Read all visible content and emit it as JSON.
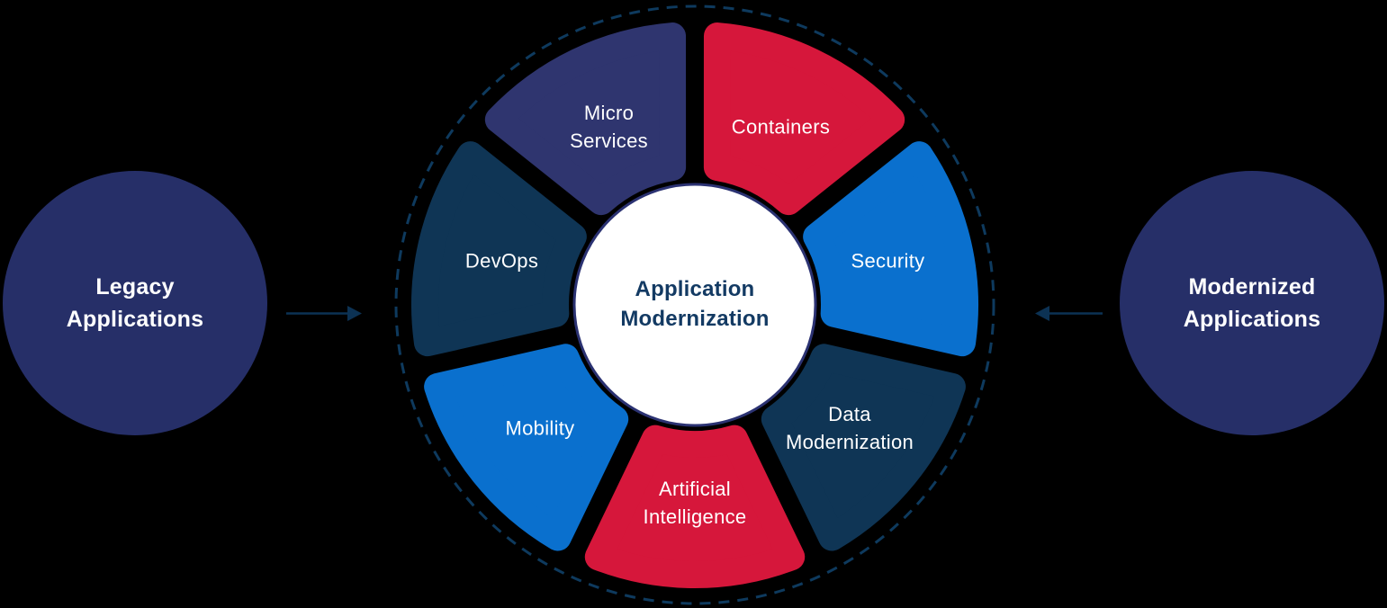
{
  "left_node": {
    "label": "Legacy\nApplications",
    "fill": "#262F68",
    "text_color": "#FFFFFF"
  },
  "right_node": {
    "label": "Modernized\nApplications",
    "fill": "#262F68",
    "text_color": "#FFFFFF"
  },
  "arrow_color": "#0C3254",
  "wheel": {
    "center": {
      "label": "Application\nModernization",
      "fill": "#FFFFFF",
      "border_color": "#2B3272",
      "text_color": "#133A63"
    },
    "ring_color": "#0E3A5E",
    "segments": [
      {
        "label": "Containers",
        "color": "#D6173B",
        "text_color": "#FFFFFF"
      },
      {
        "label": "Security",
        "color": "#0A70CE",
        "text_color": "#FFFFFF"
      },
      {
        "label": "Data\nModernization",
        "color": "#0F3555",
        "text_color": "#FFFFFF"
      },
      {
        "label": "Artificial\nIntelligence",
        "color": "#D6173B",
        "text_color": "#FFFFFF"
      },
      {
        "label": "Mobility",
        "color": "#0A70CE",
        "text_color": "#FFFFFF"
      },
      {
        "label": "DevOps",
        "color": "#0F3555",
        "text_color": "#FFFFFF"
      },
      {
        "label": "Micro\nServices",
        "color": "#2F356F",
        "text_color": "#FFFFFF"
      }
    ]
  }
}
